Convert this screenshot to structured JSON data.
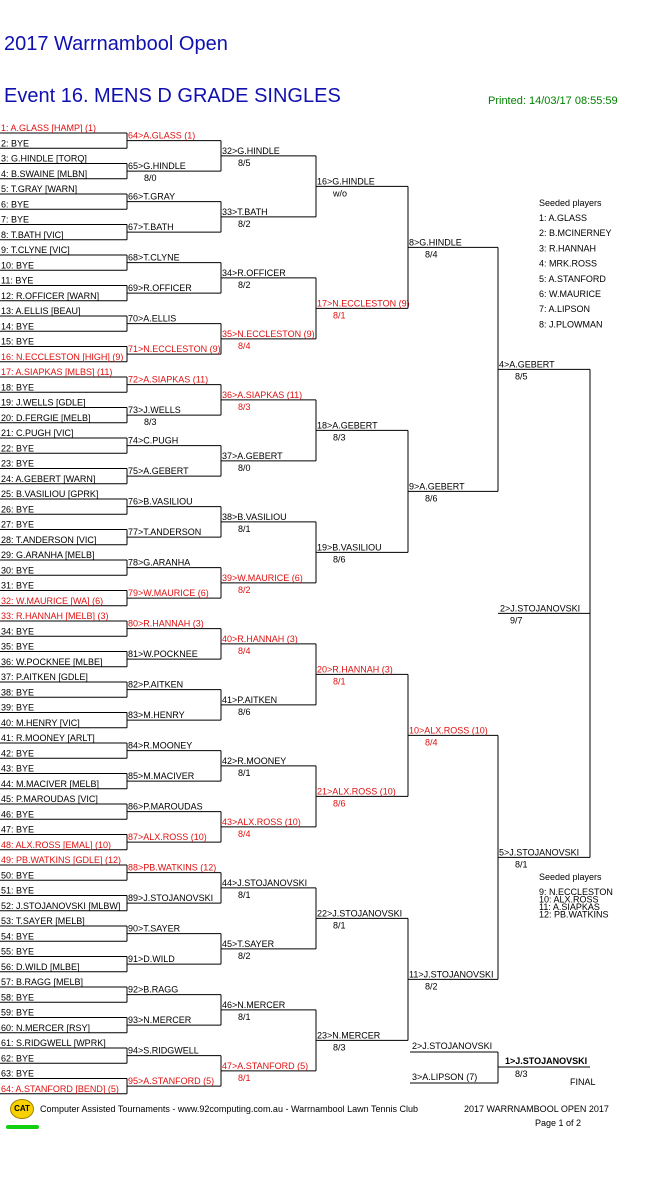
{
  "title": "2017 Warrnambool Open",
  "event": "Event 16. MENS D GRADE SINGLES",
  "printed": "Printed: 14/03/17 08:55:59",
  "r1": [
    {
      "t": "1: A.GLASS [HAMP] (1)",
      "red": true
    },
    {
      "t": "2: BYE"
    },
    {
      "t": "3: G.HINDLE [TORQ]"
    },
    {
      "t": "4: B.SWAINE [MLBN]"
    },
    {
      "t": "5: T.GRAY [WARN]"
    },
    {
      "t": "6: BYE"
    },
    {
      "t": "7: BYE"
    },
    {
      "t": "8: T.BATH [VIC]"
    },
    {
      "t": "9: T.CLYNE [VIC]"
    },
    {
      "t": "10: BYE"
    },
    {
      "t": "11: BYE"
    },
    {
      "t": "12: R.OFFICER [WARN]"
    },
    {
      "t": "13: A.ELLIS [BEAU]"
    },
    {
      "t": "14: BYE"
    },
    {
      "t": "15: BYE"
    },
    {
      "t": "16: N.ECCLESTON [HIGH] (9)",
      "red": true
    },
    {
      "t": "17: A.SIAPKAS [MLBS] (11)",
      "red": true
    },
    {
      "t": "18: BYE"
    },
    {
      "t": "19: J.WELLS [GDLE]"
    },
    {
      "t": "20: D.FERGIE [MELB]"
    },
    {
      "t": "21: C.PUGH [VIC]"
    },
    {
      "t": "22: BYE"
    },
    {
      "t": "23: BYE"
    },
    {
      "t": "24: A.GEBERT [WARN]"
    },
    {
      "t": "25: B.VASILIOU [GPRK]"
    },
    {
      "t": "26: BYE"
    },
    {
      "t": "27: BYE"
    },
    {
      "t": "28: T.ANDERSON [VIC]"
    },
    {
      "t": "29: G.ARANHA [MELB]"
    },
    {
      "t": "30: BYE"
    },
    {
      "t": "31: BYE"
    },
    {
      "t": "32: W.MAURICE [WA] (6)",
      "red": true
    },
    {
      "t": "33: R.HANNAH [MELB] (3)",
      "red": true
    },
    {
      "t": "34: BYE"
    },
    {
      "t": "35: BYE"
    },
    {
      "t": "36: W.POCKNEE [MLBE]"
    },
    {
      "t": "37: P.AITKEN [GDLE]"
    },
    {
      "t": "38: BYE"
    },
    {
      "t": "39: BYE"
    },
    {
      "t": "40: M.HENRY [VIC]"
    },
    {
      "t": "41: R.MOONEY [ARLT]"
    },
    {
      "t": "42: BYE"
    },
    {
      "t": "43: BYE"
    },
    {
      "t": "44: M.MACIVER [MELB]"
    },
    {
      "t": "45: P.MAROUDAS [VIC]"
    },
    {
      "t": "46: BYE"
    },
    {
      "t": "47: BYE"
    },
    {
      "t": "48: ALX.ROSS [EMAL] (10)",
      "red": true
    },
    {
      "t": "49: PB.WATKINS [GDLE] (12)",
      "red": true
    },
    {
      "t": "50: BYE"
    },
    {
      "t": "51: BYE"
    },
    {
      "t": "52: J.STOJANOVSKI [MLBW]"
    },
    {
      "t": "53: T.SAYER [MELB]"
    },
    {
      "t": "54: BYE"
    },
    {
      "t": "55: BYE"
    },
    {
      "t": "56: D.WILD [MLBE]"
    },
    {
      "t": "57: B.RAGG [MELB]"
    },
    {
      "t": "58: BYE"
    },
    {
      "t": "59: BYE"
    },
    {
      "t": "60: N.MERCER [RSY]"
    },
    {
      "t": "61: S.RIDGWELL [WPRK]"
    },
    {
      "t": "62: BYE"
    },
    {
      "t": "63: BYE"
    },
    {
      "t": "64: A.STANFORD [BEND] (5)",
      "red": true
    }
  ],
  "r2": [
    {
      "t": "64>A.GLASS (1)",
      "red": true
    },
    {
      "t": "65>G.HINDLE",
      "s": "8/0"
    },
    {
      "t": "66>T.GRAY"
    },
    {
      "t": "67>T.BATH"
    },
    {
      "t": "68>T.CLYNE"
    },
    {
      "t": "69>R.OFFICER"
    },
    {
      "t": "70>A.ELLIS"
    },
    {
      "t": "71>N.ECCLESTON (9)",
      "red": true
    },
    {
      "t": "72>A.SIAPKAS (11)",
      "red": true
    },
    {
      "t": "73>J.WELLS",
      "s": "8/3"
    },
    {
      "t": "74>C.PUGH"
    },
    {
      "t": "75>A.GEBERT"
    },
    {
      "t": "76>B.VASILIOU"
    },
    {
      "t": "77>T.ANDERSON"
    },
    {
      "t": "78>G.ARANHA"
    },
    {
      "t": "79>W.MAURICE (6)",
      "red": true
    },
    {
      "t": "80>R.HANNAH (3)",
      "red": true
    },
    {
      "t": "81>W.POCKNEE"
    },
    {
      "t": "82>P.AITKEN"
    },
    {
      "t": "83>M.HENRY"
    },
    {
      "t": "84>R.MOONEY"
    },
    {
      "t": "85>M.MACIVER"
    },
    {
      "t": "86>P.MAROUDAS"
    },
    {
      "t": "87>ALX.ROSS (10)",
      "red": true
    },
    {
      "t": "88>PB.WATKINS (12)",
      "red": true
    },
    {
      "t": "89>J.STOJANOVSKI"
    },
    {
      "t": "90>T.SAYER"
    },
    {
      "t": "91>D.WILD"
    },
    {
      "t": "92>B.RAGG"
    },
    {
      "t": "93>N.MERCER"
    },
    {
      "t": "94>S.RIDGWELL"
    },
    {
      "t": "95>A.STANFORD (5)",
      "red": true
    }
  ],
  "r3": [
    {
      "t": "32>G.HINDLE",
      "s": "8/5"
    },
    {
      "t": "33>T.BATH",
      "s": "8/2"
    },
    {
      "t": "34>R.OFFICER",
      "s": "8/2"
    },
    {
      "t": "35>N.ECCLESTON (9)",
      "s": "8/4",
      "red": true
    },
    {
      "t": "36>A.SIAPKAS (11)",
      "s": "8/3",
      "red": true
    },
    {
      "t": "37>A.GEBERT",
      "s": "8/0"
    },
    {
      "t": "38>B.VASILIOU",
      "s": "8/1"
    },
    {
      "t": "39>W.MAURICE (6)",
      "s": "8/2",
      "red": true
    },
    {
      "t": "40>R.HANNAH (3)",
      "s": "8/4",
      "red": true
    },
    {
      "t": "41>P.AITKEN",
      "s": "8/6"
    },
    {
      "t": "42>R.MOONEY",
      "s": "8/1"
    },
    {
      "t": "43>ALX.ROSS (10)",
      "s": "8/4",
      "red": true
    },
    {
      "t": "44>J.STOJANOVSKI",
      "s": "8/1"
    },
    {
      "t": "45>T.SAYER",
      "s": "8/2"
    },
    {
      "t": "46>N.MERCER",
      "s": "8/1"
    },
    {
      "t": "47>A.STANFORD (5)",
      "s": "8/1",
      "red": true
    }
  ],
  "r4": [
    {
      "t": "16>G.HINDLE",
      "s": "w/o"
    },
    {
      "t": "17>N.ECCLESTON (9)",
      "s": "8/1",
      "red": true
    },
    {
      "t": "18>A.GEBERT",
      "s": "8/3"
    },
    {
      "t": "19>B.VASILIOU",
      "s": "8/6"
    },
    {
      "t": "20>R.HANNAH (3)",
      "s": "8/1",
      "red": true
    },
    {
      "t": "21>ALX.ROSS (10)",
      "s": "8/6",
      "red": true
    },
    {
      "t": "22>J.STOJANOVSKI",
      "s": "8/1"
    },
    {
      "t": "23>N.MERCER",
      "s": "8/3"
    }
  ],
  "r5": [
    {
      "t": "8>G.HINDLE",
      "s": "8/4"
    },
    {
      "t": "9>A.GEBERT",
      "s": "8/6"
    },
    {
      "t": "10>ALX.ROSS (10)",
      "s": "8/4",
      "red": true
    },
    {
      "t": "11>J.STOJANOVSKI",
      "s": "8/2"
    }
  ],
  "r6": [
    {
      "t": "4>A.GEBERT",
      "s": "8/5"
    },
    {
      "t": "5>J.STOJANOVSKI",
      "s": "8/1"
    }
  ],
  "r7": [
    {
      "t": "2>J.STOJANOVSKI",
      "s": "9/7"
    }
  ],
  "final": {
    "top": "2>J.STOJANOVSKI",
    "bottom": "3>A.LIPSON (7)",
    "winner": "1>J.STOJANOVSKI",
    "score": "8/3",
    "label": "FINAL"
  },
  "seeded1": {
    "title": "Seeded players",
    "items": [
      "1: A.GLASS",
      "2: B.MCINERNEY",
      "3: R.HANNAH",
      "4: MRK.ROSS",
      "5: A.STANFORD",
      "6: W.MAURICE",
      "7: A.LIPSON",
      "8: J.PLOWMAN"
    ]
  },
  "seeded2": {
    "title": "Seeded players",
    "items": [
      "9: N.ECCLESTON",
      "10: ALX.ROSS",
      "11: A.SIAPKAS",
      "12: PB.WATKINS"
    ]
  },
  "footer": {
    "logo": "CAT",
    "left": "Computer Assisted Tournaments - www.92computing.com.au -  Warrnambool Lawn Tennis Club",
    "right": "2017 WARRNAMBOOL OPEN 2017",
    "page": "Page 1 of 2"
  }
}
